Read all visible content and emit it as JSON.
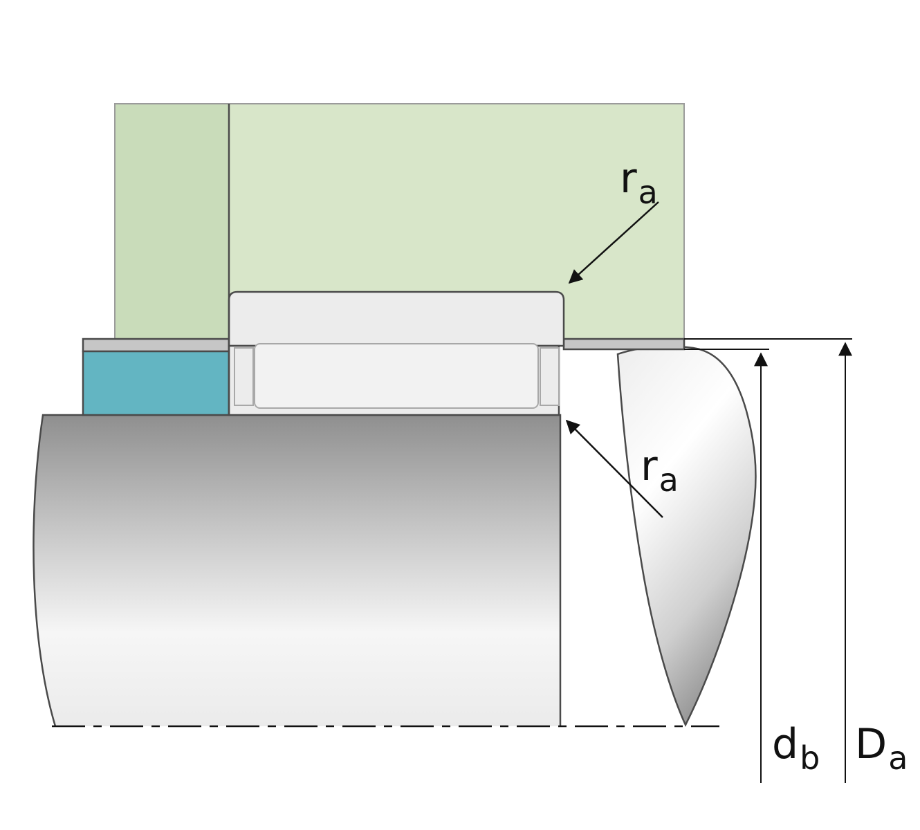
{
  "diagram": {
    "type": "bearing-abutment-dimensions-cross-section",
    "labels": {
      "ra_top": {
        "main": "r",
        "sub": "a"
      },
      "ra_bottom": {
        "main": "r",
        "sub": "a"
      },
      "db": {
        "main": "d",
        "sub": "b"
      },
      "Da": {
        "main": "D",
        "sub": "a"
      }
    },
    "colors": {
      "housing_left": "#c9dcba",
      "housing_right": "#d8e6c9",
      "spacer_teal": "#63b5c2",
      "strip_gray": "#c6c6c6",
      "bearing_fill": "#ececec",
      "roller_fill": "#f2f2f2",
      "outline": "#4a4a4a",
      "dimension": "#111111"
    }
  }
}
